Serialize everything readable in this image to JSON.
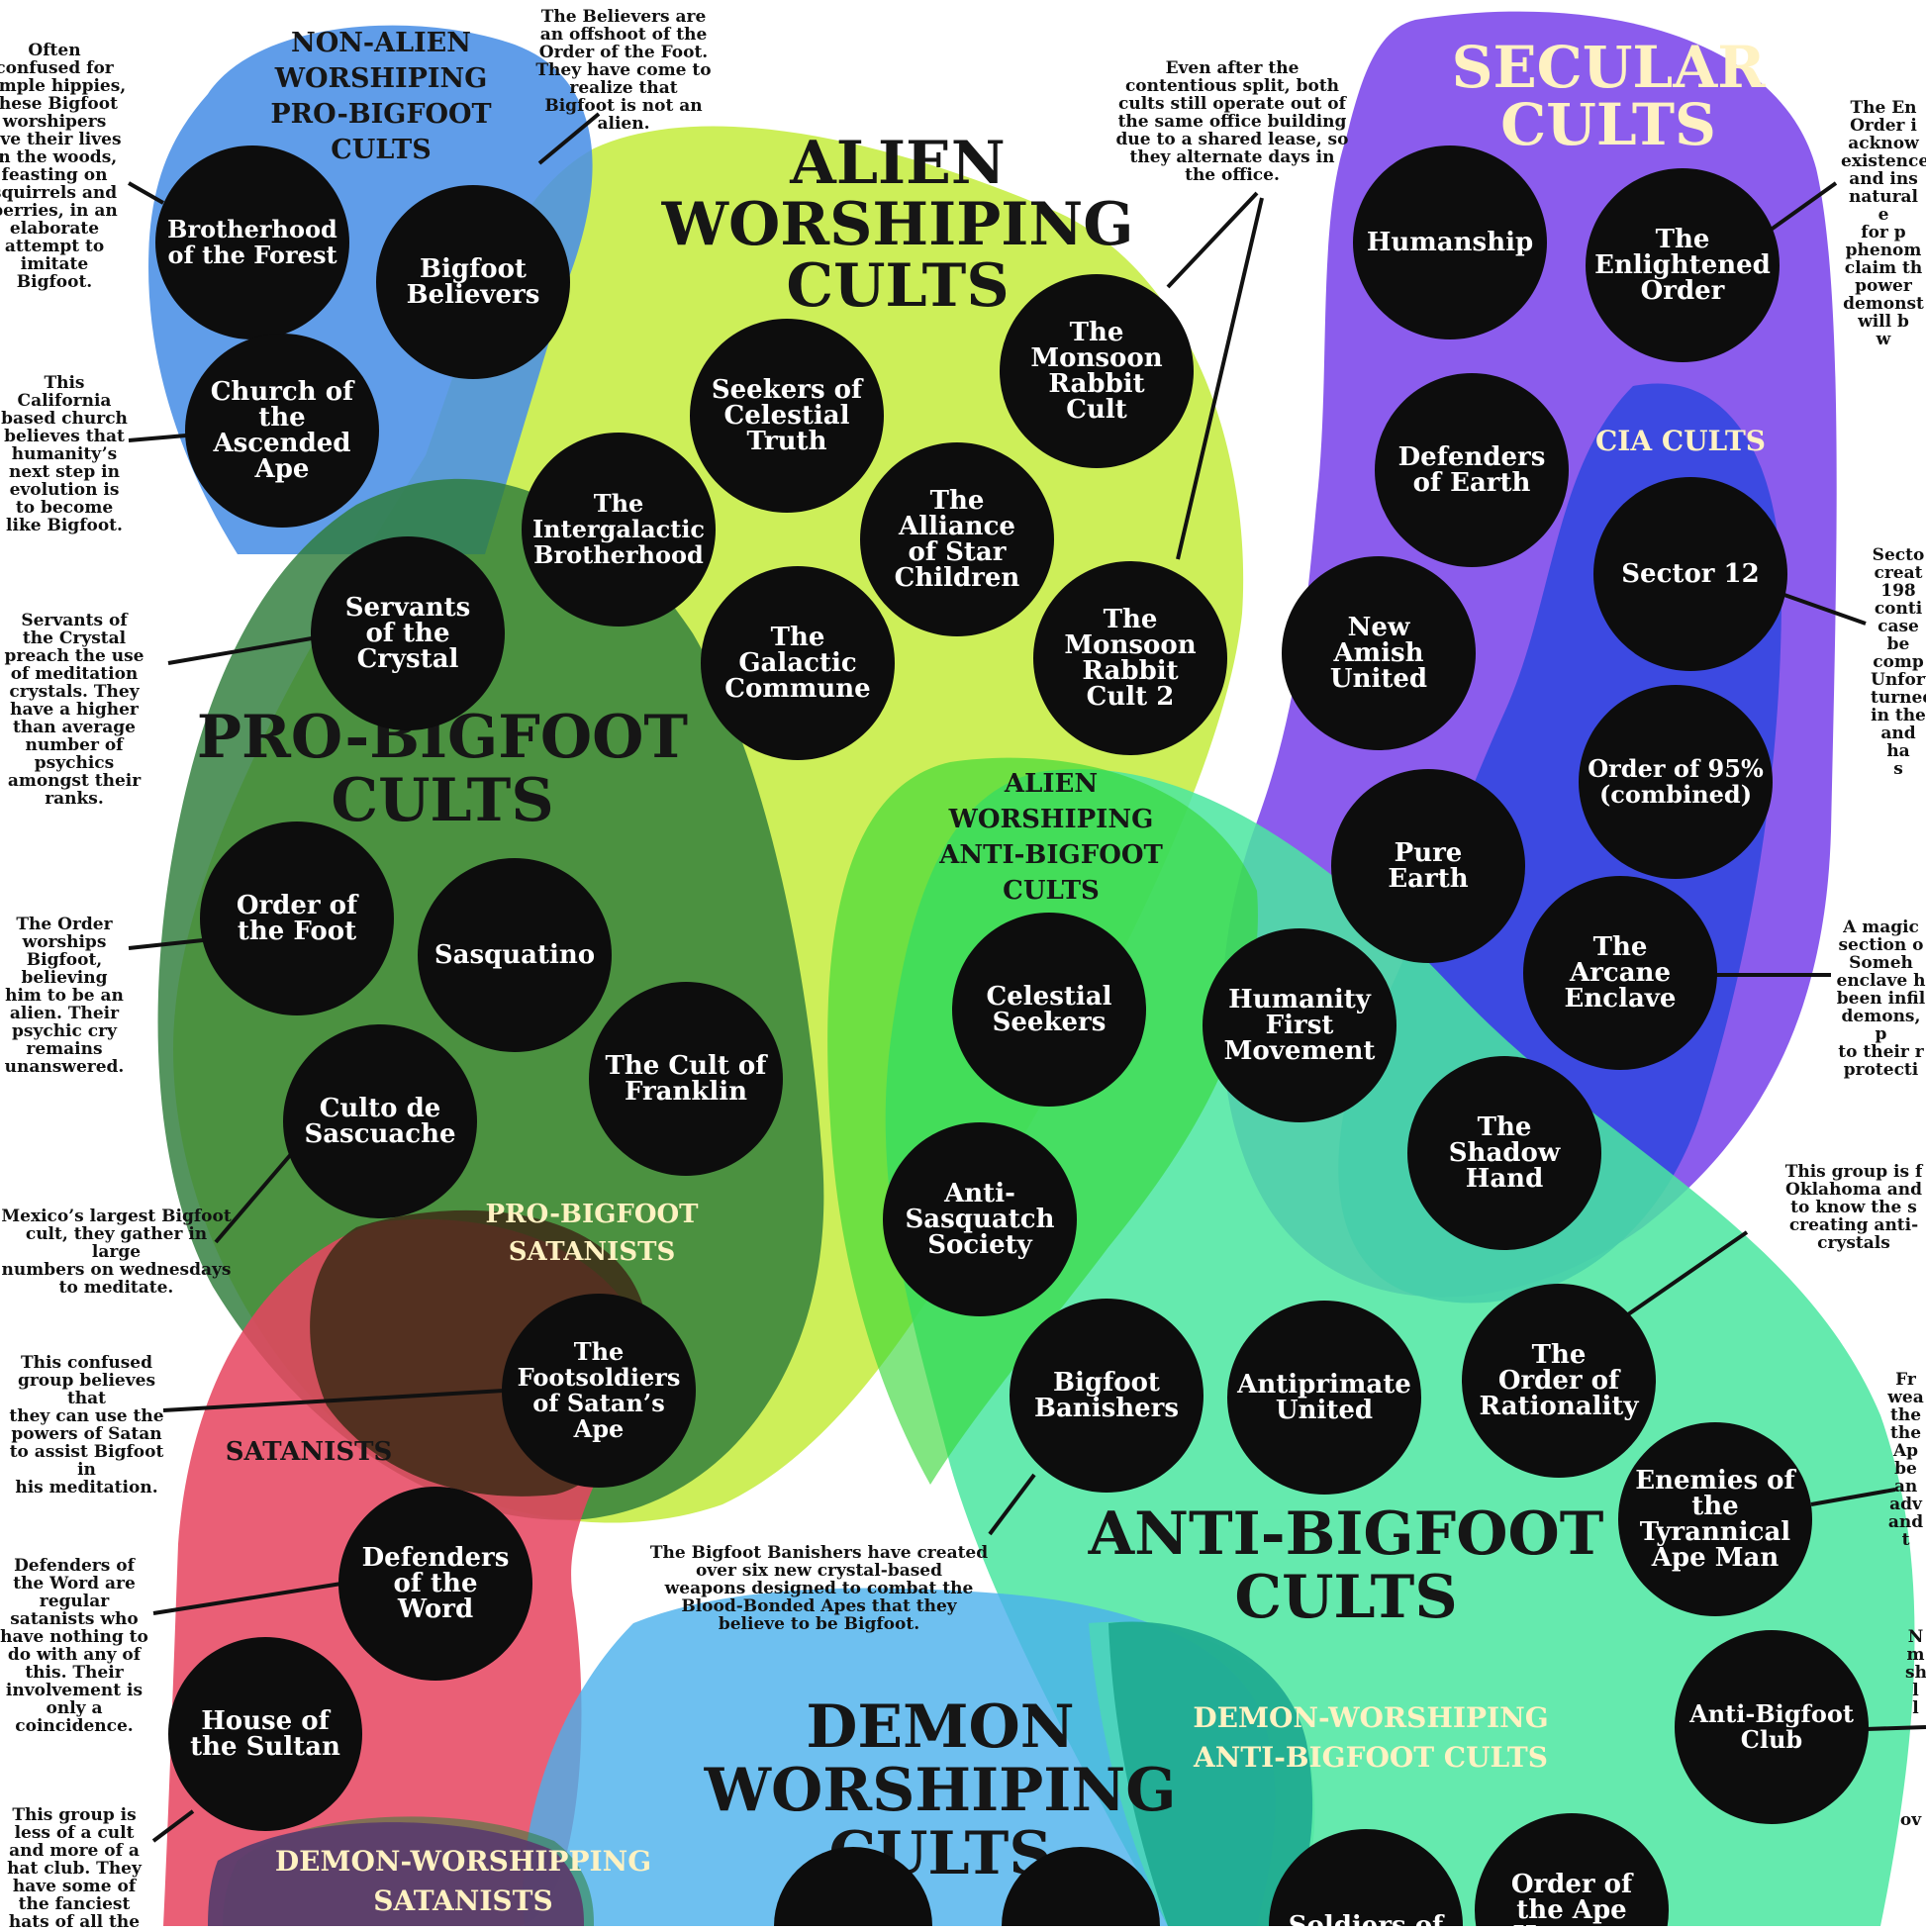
{
  "colors": {
    "pro_bigfoot": "#2e7d3a",
    "non_alien": "#4a90e6",
    "alien": "#c4ec3c",
    "alien_anti": "#33d633",
    "secular": "#7b46ea",
    "cia": "#2b45de",
    "anti_bigfoot": "#4ae6a0",
    "satanists": "#e6455f",
    "demon": "#4ab0ec",
    "circle_fill": "#0d0d0d",
    "circle_text": "#ffffff",
    "heading_dark": "#161616",
    "heading_light": "#fff2c2"
  },
  "regions": [
    {
      "id": "non-alien-pro-bigfoot",
      "title": "NON-ALIEN\nWORSHIPING\nPRO-BIGFOOT\nCULTS"
    },
    {
      "id": "alien-worshiping",
      "title": "ALIEN\nWORSHIPING\nCULTS"
    },
    {
      "id": "secular",
      "title": "SECULAR\nCULTS"
    },
    {
      "id": "cia",
      "title": "CIA CULTS"
    },
    {
      "id": "pro-bigfoot",
      "title": "PRO-BIGFOOT\nCULTS"
    },
    {
      "id": "alien-anti-bigfoot",
      "title": "ALIEN\nWORSHIPING\nANTI-BIGFOOT\nCULTS"
    },
    {
      "id": "pro-bigfoot-satanists",
      "title": "PRO-BIGFOOT\nSATANISTS"
    },
    {
      "id": "satanists",
      "title": "SATANISTS"
    },
    {
      "id": "anti-bigfoot",
      "title": "ANTI-BIGFOOT\nCULTS"
    },
    {
      "id": "demon-worshiping",
      "title": "DEMON\nWORSHIPING\nCULTS"
    },
    {
      "id": "demon-anti-bigfoot",
      "title": "DEMON-WORSHIPING\nANTI-BIGFOOT CULTS"
    },
    {
      "id": "demon-satanists",
      "title": "DEMON-WORSHIPPING\nSATANISTS"
    }
  ],
  "cults": [
    {
      "id": "brotherhood-of-the-forest",
      "label": "Brotherhood\nof the Forest"
    },
    {
      "id": "bigfoot-believers",
      "label": "Bigfoot\nBelievers"
    },
    {
      "id": "church-of-the-ascended-ape",
      "label": "Church of\nthe\nAscended\nApe"
    },
    {
      "id": "seekers-of-celestial-truth",
      "label": "Seekers of\nCelestial\nTruth"
    },
    {
      "id": "the-monsoon-rabbit-cult",
      "label": "The\nMonsoon\nRabbit\nCult"
    },
    {
      "id": "the-intergalactic-brotherhood",
      "label": "The\nIntergalactic\nBrotherhood"
    },
    {
      "id": "the-alliance-of-star-children",
      "label": "The\nAlliance\nof Star\nChildren"
    },
    {
      "id": "servants-of-the-crystal",
      "label": "Servants\nof the\nCrystal"
    },
    {
      "id": "the-galactic-commune",
      "label": "The\nGalactic\nCommune"
    },
    {
      "id": "the-monsoon-rabbit-cult-2",
      "label": "The\nMonsoon\nRabbit\nCult 2"
    },
    {
      "id": "humanship",
      "label": "Humanship"
    },
    {
      "id": "the-enlightened-order",
      "label": "The\nEnlightened\nOrder"
    },
    {
      "id": "defenders-of-earth",
      "label": "Defenders\nof Earth"
    },
    {
      "id": "sector-12",
      "label": "Sector 12"
    },
    {
      "id": "new-amish-united",
      "label": "New\nAmish\nUnited"
    },
    {
      "id": "order-of-95",
      "label": "Order of 95%\n(combined)"
    },
    {
      "id": "pure-earth",
      "label": "Pure\nEarth"
    },
    {
      "id": "the-arcane-enclave",
      "label": "The\nArcane\nEnclave"
    },
    {
      "id": "order-of-the-foot",
      "label": "Order of\nthe Foot"
    },
    {
      "id": "sasquatino",
      "label": "Sasquatino"
    },
    {
      "id": "celestial-seekers",
      "label": "Celestial\nSeekers"
    },
    {
      "id": "humanity-first-movement",
      "label": "Humanity\nFirst\nMovement"
    },
    {
      "id": "culto-de-sascuache",
      "label": "Culto de\nSascuache"
    },
    {
      "id": "the-cult-of-franklin",
      "label": "The Cult of\nFranklin"
    },
    {
      "id": "the-shadow-hand",
      "label": "The\nShadow\nHand"
    },
    {
      "id": "anti-sasquatch-society",
      "label": "Anti-\nSasquatch\nSociety"
    },
    {
      "id": "the-footsoldiers-of-satans-ape",
      "label": "The\nFootsoldiers\nof Satan’s\nApe"
    },
    {
      "id": "bigfoot-banishers",
      "label": "Bigfoot\nBanishers"
    },
    {
      "id": "antiprimate-united",
      "label": "Antiprimate\nUnited"
    },
    {
      "id": "the-order-of-rationality",
      "label": "The\nOrder of\nRationality"
    },
    {
      "id": "enemies-of-the-tyrannical-ape-man",
      "label": "Enemies of\nthe\nTyrannical\nApe Man"
    },
    {
      "id": "defenders-of-the-word",
      "label": "Defenders\nof the\nWord"
    },
    {
      "id": "house-of-the-sultan",
      "label": "House of\nthe Sultan"
    },
    {
      "id": "anti-bigfoot-club",
      "label": "Anti-Bigfoot\nClub"
    },
    {
      "id": "order-of-the-ape-hunters",
      "label": "Order of\nthe Ape\nHunters"
    },
    {
      "id": "soldiers-of",
      "label": "Soldiers of"
    }
  ],
  "annotations": [
    {
      "id": "note-brotherhood",
      "text": "Often\nconfused for\nsimple hippies,\nthese Bigfoot\nworshipers\nlive their lives\nin the woods,\nfeasting on\nsquirrels and\nberries, in an\nelaborate\nattempt to\nimitate\nBigfoot."
    },
    {
      "id": "note-believers",
      "text": "The Believers are\nan offshoot of the\nOrder of the Foot.\nThey have come to\nrealize that\nBigfoot is not an\nalien."
    },
    {
      "id": "note-monsoon",
      "text": "Even after the\ncontentious split, both\ncults still operate out of\nthe same office building\ndue to a shared lease, so\nthey alternate days in\nthe office."
    },
    {
      "id": "note-church",
      "text": "This\nCalifornia\nbased church\nbelieves that\nhumanity’s\nnext step in\nevolution is\nto become\nlike Bigfoot."
    },
    {
      "id": "note-servants",
      "text": "Servants of\nthe Crystal\npreach the use\nof meditation\ncrystals. They\nhave a higher\nthan average\nnumber of\npsychics\namongst their\nranks."
    },
    {
      "id": "note-order-foot",
      "text": "The Order\nworships\nBigfoot,\nbelieving\nhim to be an\nalien. Their\npsychic cry\nremains\nunanswered."
    },
    {
      "id": "note-culto",
      "text": "Mexico’s largest Bigfoot\ncult, they gather in large\nnumbers on wednesdays\nto meditate."
    },
    {
      "id": "note-footsoldiers",
      "text": "This confused\ngroup believes that\nthey can use the\npowers of Satan\nto assist Bigfoot in\nhis meditation."
    },
    {
      "id": "note-defenders-word",
      "text": "Defenders of\nthe Word are\nregular\nsatanists who\nhave nothing to\ndo with any of\nthis. Their\ninvolvement is\nonly a\ncoincidence."
    },
    {
      "id": "note-sultan",
      "text": "This group is\nless of a cult\nand more of a\nhat club. They\nhave some of\nthe fanciest\nhats of all the"
    },
    {
      "id": "note-banishers",
      "text": "The Bigfoot Banishers have created\nover six new crystal-based\nweapons designed to combat the\nBlood-Bonded Apes that they\nbelieve to be Bigfoot."
    },
    {
      "id": "note-enlightened",
      "text": "The En\nOrder i\nacknow\nexistence\nand ins\nnatural e\nfor p\nphenom\nclaim th\npower\ndemonst\nwill b\nw"
    },
    {
      "id": "note-sector12",
      "text": "Secto\ncreat\n198\nconti\ncase\nbe\ncomp\nUnfort\nturned\nin the\nand ha\ns"
    },
    {
      "id": "note-arcane",
      "text": "A magic\nsection o\nSomeh\nenclave h\nbeen infil\ndemons, p\nto their r\nprotecti"
    },
    {
      "id": "note-rationality",
      "text": "This group is f\nOklahoma and\nto know the s\ncreating anti-\ncrystals"
    },
    {
      "id": "note-enemies",
      "text": "Fr\nwea\nthe\nthe\nAp\nbe\nan\nadv\nand\nt"
    },
    {
      "id": "note-club",
      "text": "N\nm\nsh\nl\nl"
    },
    {
      "id": "note-club-2",
      "text": "ov"
    }
  ]
}
